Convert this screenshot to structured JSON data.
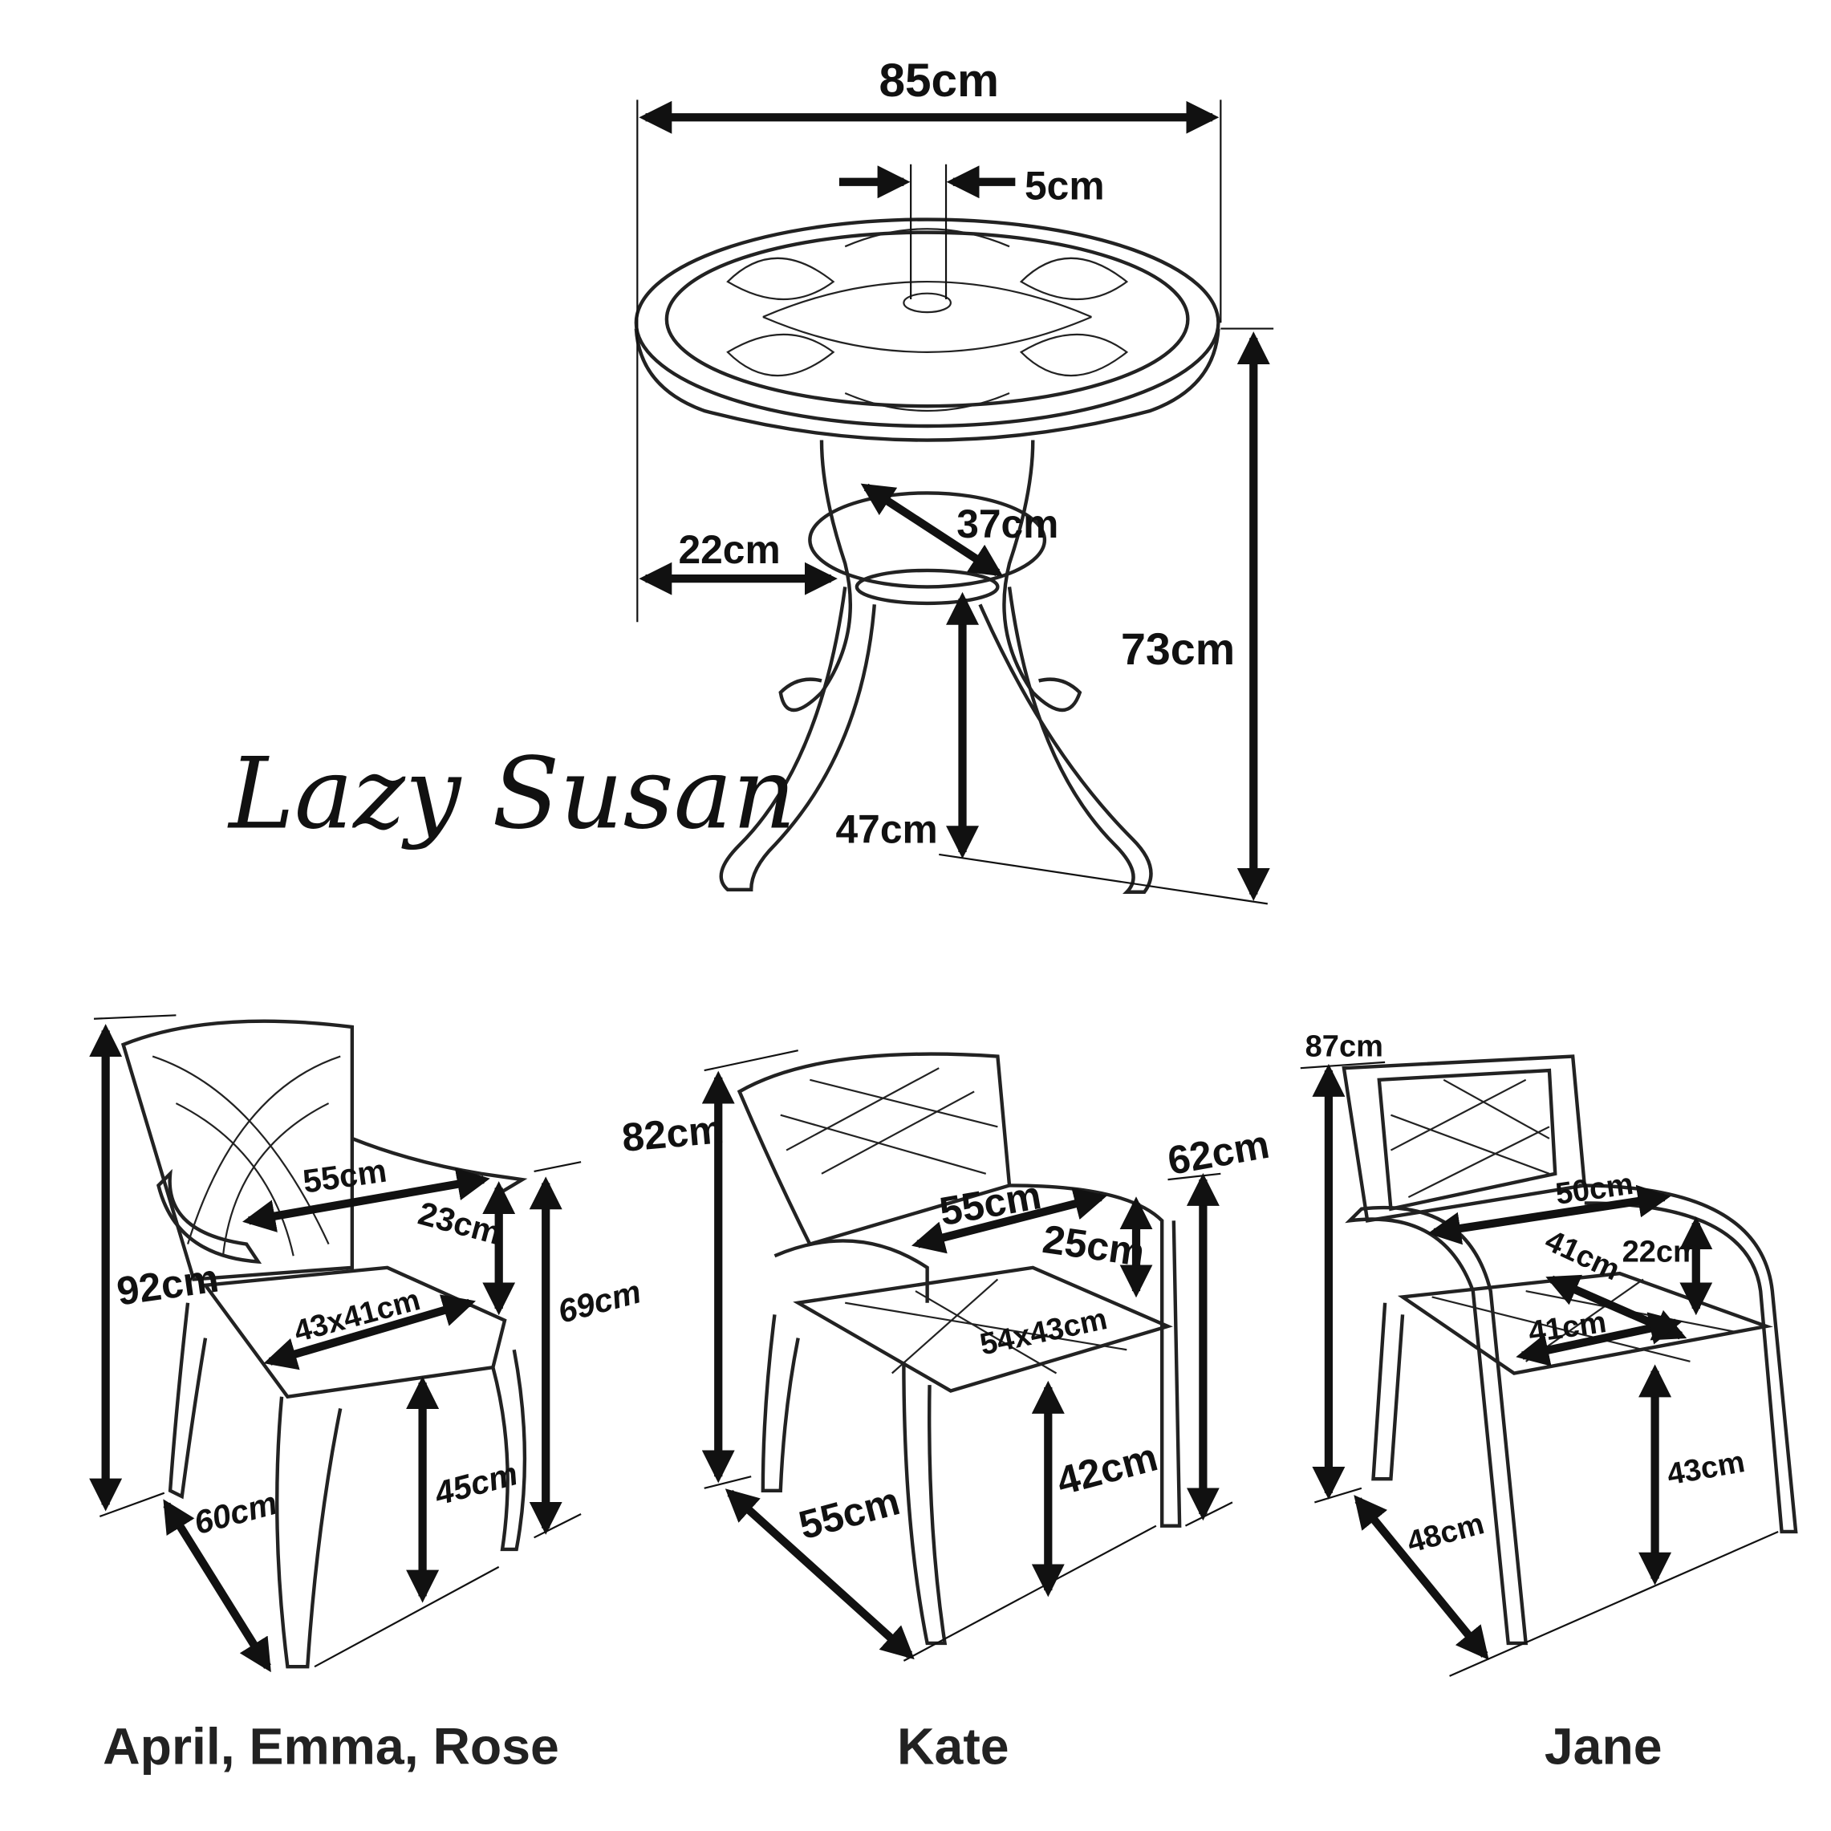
{
  "brand": {
    "script_title": "Lazy Susan"
  },
  "table": {
    "width": "85cm",
    "umbrella_hole": "5cm",
    "foot_spread": "22cm",
    "lazy_susan_diameter": "37cm",
    "height": "73cm",
    "lazy_susan_height": "47cm"
  },
  "chairs": [
    {
      "name": "April, Emma, Rose",
      "height": "92cm",
      "arm_width": "55cm",
      "arm_height": "23cm",
      "arm_floor_height": "69cm",
      "seat": "43x41cm",
      "seat_height": "45cm",
      "depth": "60cm"
    },
    {
      "name": "Kate",
      "height": "82cm",
      "arm_width": "55cm",
      "arm_height": "25cm",
      "arm_floor_height": "62cm",
      "seat": "54x43cm",
      "seat_height": "42cm",
      "depth": "55cm"
    },
    {
      "name": "Jane",
      "height": "87cm",
      "arm_width": "50cm",
      "arm_height": "22cm",
      "seat_depth": "41cm",
      "seat_width": "41cm",
      "seat_height": "43cm",
      "depth": "48cm"
    }
  ]
}
